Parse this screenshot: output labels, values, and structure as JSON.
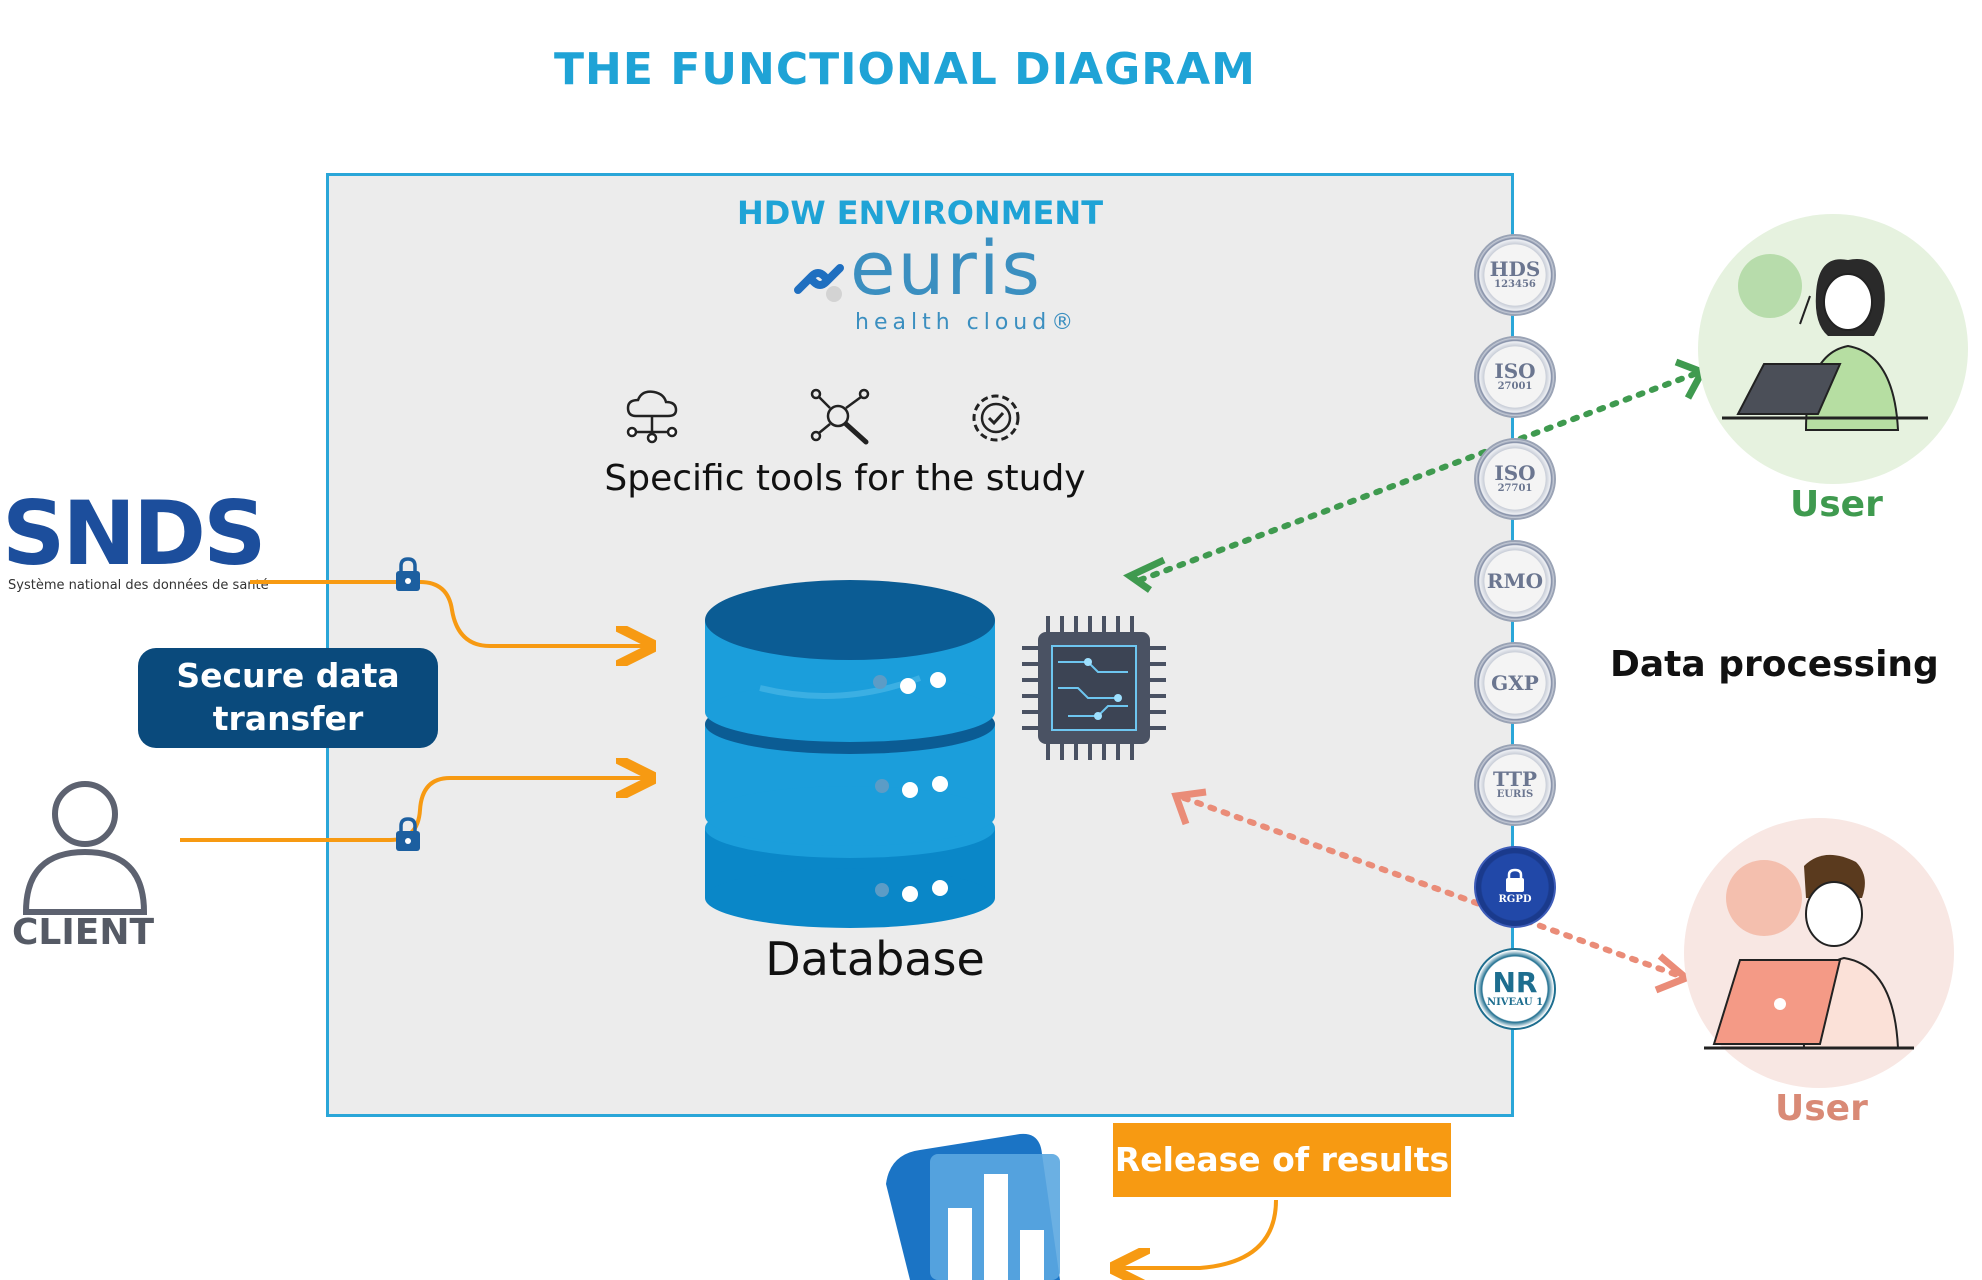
{
  "title": "THE FUNCTIONAL DIAGRAM",
  "environment": {
    "title": "HDW ENVIRONMENT",
    "brand_name": "euris",
    "brand_tagline": "health cloud®",
    "tools_label": "Specific tools for the study",
    "tool_icons": [
      "cloud-network-icon",
      "tools-network-icon",
      "gear-check-icon"
    ],
    "database_label": "Database",
    "processor_icon": "chip-icon"
  },
  "sources": {
    "snds_logo": "SNDS",
    "snds_subtitle": "Système national des données de santé",
    "client_label": "CLIENT",
    "secure_transfer_label": "Secure data\ntransfer"
  },
  "certifications": [
    {
      "main": "HDS",
      "sub": "123456"
    },
    {
      "main": "ISO",
      "sub": "27001"
    },
    {
      "main": "ISO",
      "sub": "27701"
    },
    {
      "main": "RMO",
      "sub": ""
    },
    {
      "main": "GXP",
      "sub": ""
    },
    {
      "main": "TTP",
      "sub": "EURIS"
    },
    {
      "main": "",
      "sub": "RGPD"
    },
    {
      "main": "NR",
      "sub": "NIVEAU 1"
    }
  ],
  "users": {
    "user1_label": "User",
    "user2_label": "User",
    "processing_label": "Data processing"
  },
  "release_label": "Release of results",
  "colors": {
    "accent_blue": "#1fa3d6",
    "badge_navy": "#0a4a7c",
    "transfer_orange": "#f79a12",
    "user1_green": "#3f9a4f",
    "user2_salmon": "#d98a76"
  }
}
